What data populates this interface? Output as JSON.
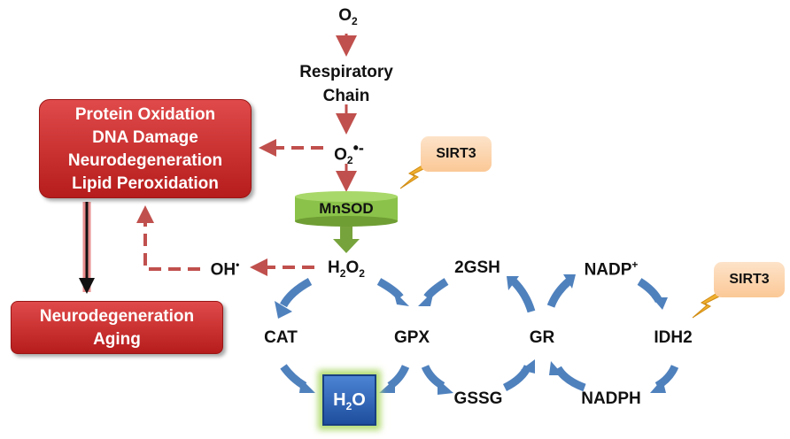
{
  "top_nodes": {
    "o2": "O",
    "o2_sub": "2",
    "respiratory_line1": "Respiratory",
    "respiratory_line2": "Chain",
    "superoxide": "O",
    "superoxide_sub": "2",
    "superoxide_sup": "•-"
  },
  "damage_box": {
    "lines": [
      "Protein Oxidation",
      "DNA Damage",
      "Neurodegeneration",
      "Lipid Peroxidation"
    ],
    "color": "#c62828"
  },
  "outcome_box": {
    "lines": [
      "Neurodegeneration",
      "Aging"
    ],
    "color": "#c62828"
  },
  "sirt_labels": [
    "SIRT3",
    "SIRT3"
  ],
  "mnsod": {
    "label": "MnSOD",
    "color": "#8bc34a"
  },
  "hydroxyl": {
    "label": "OH",
    "sup": "•"
  },
  "h2o2": {
    "label": "H",
    "sub1": "2",
    "mid": "O",
    "sub2": "2"
  },
  "cycle_nodes": {
    "cat": "CAT",
    "gpx": "GPX",
    "two_gsh": "2GSH",
    "gssg": "GSSG",
    "gr": "GR",
    "nadp": "NADP",
    "nadp_sup": "+",
    "nadph": "NADPH",
    "idh2": "IDH2"
  },
  "h2o": {
    "label": "H",
    "sub": "2",
    "tail": "O",
    "color": "#2a5fb5"
  },
  "colors": {
    "red_arrow": "#c0504d",
    "blue_arrow": "#4f81bd",
    "green_arrow": "#77a33c",
    "bolt": "#f0b030"
  }
}
